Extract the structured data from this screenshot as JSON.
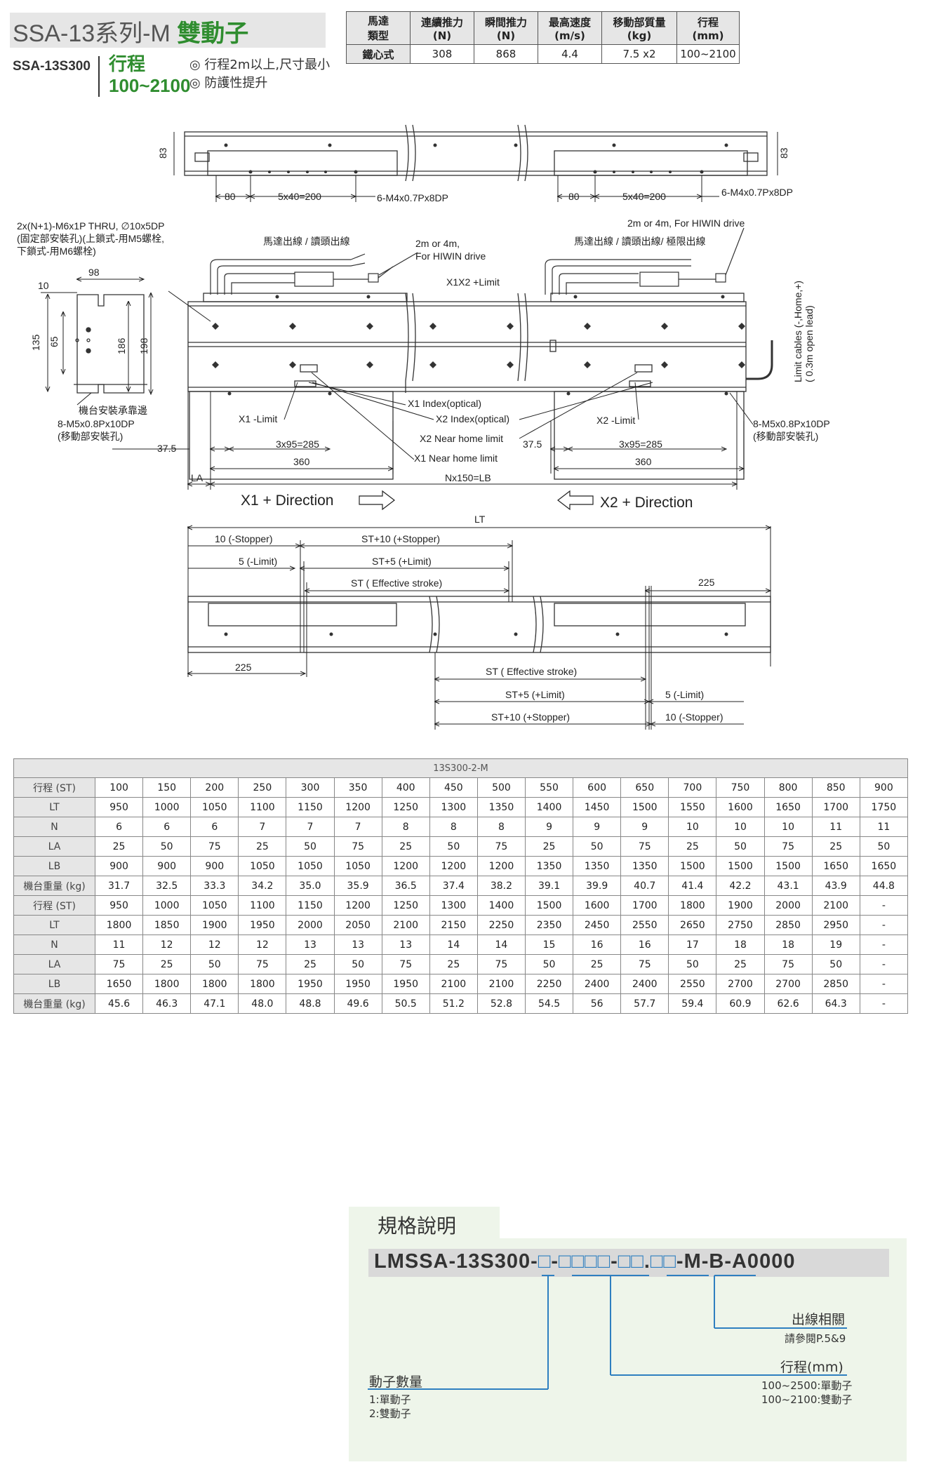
{
  "header": {
    "title_prefix": "SSA-13系列-M ",
    "title_highlight": "雙動子",
    "model": "SSA-13S300",
    "stroke_label": "行程",
    "stroke_range": "100~2100",
    "features": [
      "◎ 行程2m以上,尺寸最小",
      "◎ 防護性提升"
    ]
  },
  "spec_table": {
    "headers": [
      [
        "馬達",
        "類型"
      ],
      [
        "連續推力",
        "(N)"
      ],
      [
        "瞬間推力",
        "(N)"
      ],
      [
        "最高速度",
        "(m/s)"
      ],
      [
        "移動部質量",
        "(kg)"
      ],
      [
        "行程",
        "(mm)"
      ]
    ],
    "row": [
      "鐵心式",
      "308",
      "868",
      "4.4",
      "7.5 x2",
      "100~2100"
    ]
  },
  "drawing": {
    "dim_83_left": "83",
    "dim_83_right": "83",
    "top_80_a": "80",
    "top_5x40_a": "5x40=200",
    "top_tap_a": "6-M4x0.7Px8DP",
    "top_80_b": "80",
    "top_5x40_b": "5x40=200",
    "top_tap_b": "6-M4x0.7Px8DP",
    "note_thru": "2x(N+1)-M6x1P THRU, ∅10x5DP",
    "note_fixed": "(固定部安裝孔)(上鎖式-用M5螺栓,",
    "note_lower": "下鎖式-用M6螺栓)",
    "motor_out_a": "馬達出線 / 讀頭出線",
    "cable_a_1": "2m or 4m,",
    "cable_a_2": "For HIWIN drive",
    "cable_b": "2m or 4m, For HIWIN drive",
    "motor_out_b": "馬達出線 / 讀頭出線/ 極限出線",
    "x1x2_limit": "X1X2 +Limit",
    "dim_98": "98",
    "dim_10": "10",
    "dim_135": "135",
    "dim_65": "65",
    "dim_186": "186",
    "dim_198": "198",
    "limit_cables_1": "Limit cables (-,Home,+)",
    "limit_cables_2": "( 0.3m open lead)",
    "base_surface": "機台安裝承靠邊",
    "hole_left_1": "8-M5x0.8Px10DP",
    "hole_left_2": "(移動部安裝孔)",
    "x1_index": "X1 Index(optical)",
    "x2_index": "X2 Index(optical)",
    "x2_near_home": "X2 Near home limit",
    "x1_near_home": "X1 Near home limit",
    "x1_minus_limit": "X1 -Limit",
    "x2_minus_limit": "X2 -Limit",
    "hole_right_1": "8-M5x0.8Px10DP",
    "hole_right_2": "(移動部安裝孔)",
    "dim_37_5_a": "37.5",
    "dim_3x95_a": "3x95=285",
    "dim_360_a": "360",
    "dim_37_5_b": "37.5",
    "dim_3x95_b": "3x95=285",
    "dim_360_b": "360",
    "dim_la": "LA",
    "dim_nx150": "Nx150=LB",
    "x1_direction": "X1 + Direction",
    "x2_direction": "X2 + Direction",
    "dim_lt": "LT",
    "stopper_minus_top": "10 (-Stopper)",
    "stopper_plus_top": "ST+10 (+Stopper)",
    "limit_minus_top": "5 (-Limit)",
    "limit_plus_top": "ST+5 (+Limit)",
    "stroke_top": "ST ( Effective stroke)",
    "dim_225_top": "225",
    "dim_225_bottom": "225",
    "stroke_bottom": "ST ( Effective stroke)",
    "limit_plus_bottom": "ST+5 (+Limit)",
    "limit_minus_bottom": "5 (-Limit)",
    "stopper_plus_bottom": "ST+10 (+Stopper)",
    "stopper_minus_bottom": "10 (-Stopper)"
  },
  "data_table": {
    "caption": "13S300-2-M",
    "block1": [
      [
        "行程 (ST)",
        "100",
        "150",
        "200",
        "250",
        "300",
        "350",
        "400",
        "450",
        "500",
        "550",
        "600",
        "650",
        "700",
        "750",
        "800",
        "850",
        "900"
      ],
      [
        "LT",
        "950",
        "1000",
        "1050",
        "1100",
        "1150",
        "1200",
        "1250",
        "1300",
        "1350",
        "1400",
        "1450",
        "1500",
        "1550",
        "1600",
        "1650",
        "1700",
        "1750"
      ],
      [
        "N",
        "6",
        "6",
        "6",
        "7",
        "7",
        "7",
        "8",
        "8",
        "8",
        "9",
        "9",
        "9",
        "10",
        "10",
        "10",
        "11",
        "11"
      ],
      [
        "LA",
        "25",
        "50",
        "75",
        "25",
        "50",
        "75",
        "25",
        "50",
        "75",
        "25",
        "50",
        "75",
        "25",
        "50",
        "75",
        "25",
        "50"
      ],
      [
        "LB",
        "900",
        "900",
        "900",
        "1050",
        "1050",
        "1050",
        "1200",
        "1200",
        "1200",
        "1350",
        "1350",
        "1350",
        "1500",
        "1500",
        "1500",
        "1650",
        "1650"
      ],
      [
        "機台重量 (kg)",
        "31.7",
        "32.5",
        "33.3",
        "34.2",
        "35.0",
        "35.9",
        "36.5",
        "37.4",
        "38.2",
        "39.1",
        "39.9",
        "40.7",
        "41.4",
        "42.2",
        "43.1",
        "43.9",
        "44.8"
      ]
    ],
    "block2": [
      [
        "行程 (ST)",
        "950",
        "1000",
        "1050",
        "1100",
        "1150",
        "1200",
        "1250",
        "1300",
        "1400",
        "1500",
        "1600",
        "1700",
        "1800",
        "1900",
        "2000",
        "2100",
        "-"
      ],
      [
        "LT",
        "1800",
        "1850",
        "1900",
        "1950",
        "2000",
        "2050",
        "2100",
        "2150",
        "2250",
        "2350",
        "2450",
        "2550",
        "2650",
        "2750",
        "2850",
        "2950",
        "-"
      ],
      [
        "N",
        "11",
        "12",
        "12",
        "12",
        "13",
        "13",
        "13",
        "14",
        "14",
        "15",
        "16",
        "16",
        "17",
        "18",
        "18",
        "19",
        "-"
      ],
      [
        "LA",
        "75",
        "25",
        "50",
        "75",
        "25",
        "50",
        "75",
        "25",
        "75",
        "50",
        "25",
        "75",
        "50",
        "25",
        "75",
        "50",
        "-"
      ],
      [
        "LB",
        "1650",
        "1800",
        "1800",
        "1800",
        "1950",
        "1950",
        "1950",
        "2100",
        "2100",
        "2250",
        "2400",
        "2400",
        "2550",
        "2700",
        "2700",
        "2850",
        "-"
      ],
      [
        "機台重量 (kg)",
        "45.6",
        "46.3",
        "47.1",
        "48.0",
        "48.8",
        "49.6",
        "50.5",
        "51.2",
        "52.8",
        "54.5",
        "56",
        "57.7",
        "59.4",
        "60.9",
        "62.6",
        "64.3",
        "-"
      ]
    ]
  },
  "spec_section": {
    "title": "規格說明",
    "code_prefix": "LMSSA-13S300-",
    "code_box1": "□",
    "code_dash1": "-",
    "code_box2": "□□□□",
    "code_dash2": "-",
    "code_box3": "□□",
    "code_dot": ".",
    "code_box4": "□□",
    "code_suffix": "-M-B-A0000",
    "label_outlet": "出線相關",
    "label_outlet_ref": "請參閱P.5&9",
    "label_count": "動子數量",
    "count_opts": [
      "1:單動子",
      "2:雙動子"
    ],
    "label_stroke": "行程(mm)",
    "stroke_opts": [
      "100~2500:單動子",
      "100~2100:雙動子"
    ]
  },
  "colors": {
    "accent_green": "#2f8d2f",
    "spec_blue": "#2e7fc0",
    "panel_green": "#eef5ea",
    "header_gray": "#e6e6e6"
  }
}
